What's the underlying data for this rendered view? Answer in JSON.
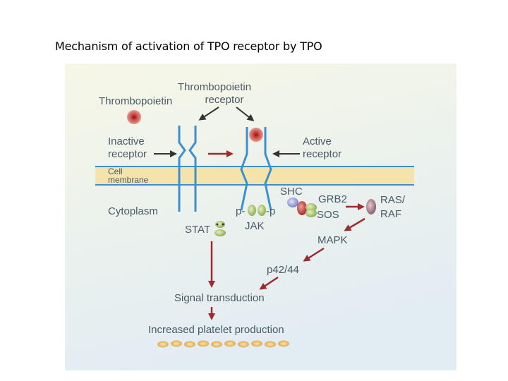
{
  "title": "Mechanism of activation of TPO receptor by TPO",
  "labels": {
    "thrombopoietin": "Thrombopoietin",
    "receptor_line1": "Thrombopoietin",
    "receptor_line2": "receptor",
    "inactive_line1": "Inactive",
    "inactive_line2": "receptor",
    "active_line1": "Active",
    "active_line2": "receptor",
    "membrane_line1": "Cell",
    "membrane_line2": "membrane",
    "cytoplasm": "Cytoplasm",
    "shc": "SHC",
    "grb2": "GRB2",
    "sos": "SOS",
    "ras_line1": "RAS/",
    "ras_line2": "RAF",
    "p_left": "p-",
    "p_right": "-p",
    "jak": "JAK",
    "stat": "STAT",
    "mapk": "MAPK",
    "p4244": "p42/44",
    "signal": "Signal transduction",
    "increased": "Increased platelet production"
  },
  "colors": {
    "background_gradient_top": "#f4f6e8",
    "background_gradient_bottom": "#e3edf2",
    "membrane": "#f4e3aa",
    "receptor": "#3d8fd0",
    "arrow_black": "#333333",
    "arrow_red": "#9c2b2f",
    "label": "#4a5a66",
    "tpo_ball": "#cc4a4a",
    "platelet": "#e8b760"
  }
}
